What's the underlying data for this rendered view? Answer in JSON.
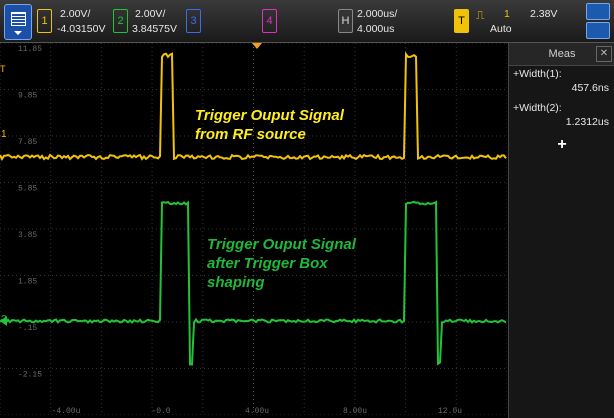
{
  "channels": [
    {
      "num": "1",
      "scale": "2.00V/",
      "offset": "-4.03150V",
      "color": "#f0c20a"
    },
    {
      "num": "2",
      "scale": "2.00V/",
      "offset": "3.84575V",
      "color": "#22c33a"
    },
    {
      "num": "3",
      "color": "#3a6cf0"
    },
    {
      "num": "4",
      "color": "#e030c0"
    }
  ],
  "horizontal": {
    "label": "H",
    "time_div": "2.000us/",
    "position": "4.000us"
  },
  "trigger": {
    "label": "T",
    "source": "1",
    "level": "2.38V",
    "mode": "Auto"
  },
  "meas_panel": {
    "title": "Meas",
    "items": [
      {
        "label": "+Width(1):",
        "value": "457.6ns"
      },
      {
        "label": "+Width(2):",
        "value": "1.2312us"
      }
    ],
    "add": "+"
  },
  "y_ticks": [
    "11.85",
    "9.85",
    "7.85",
    "5.85",
    "3.85",
    "1.85",
    "-.15",
    "-2.15"
  ],
  "x_ticks": [
    "-4.00u",
    "-0.0",
    "4.00u",
    "8.00u",
    "12.0u"
  ],
  "annotations": {
    "ch1": [
      "Trigger Ouput Signal",
      "from RF source"
    ],
    "ch2": [
      "Trigger Ouput Signal",
      "after Trigger Box",
      "shaping"
    ]
  },
  "markers": {
    "ch1": "1",
    "ch2": "2",
    "trig": "T"
  }
}
